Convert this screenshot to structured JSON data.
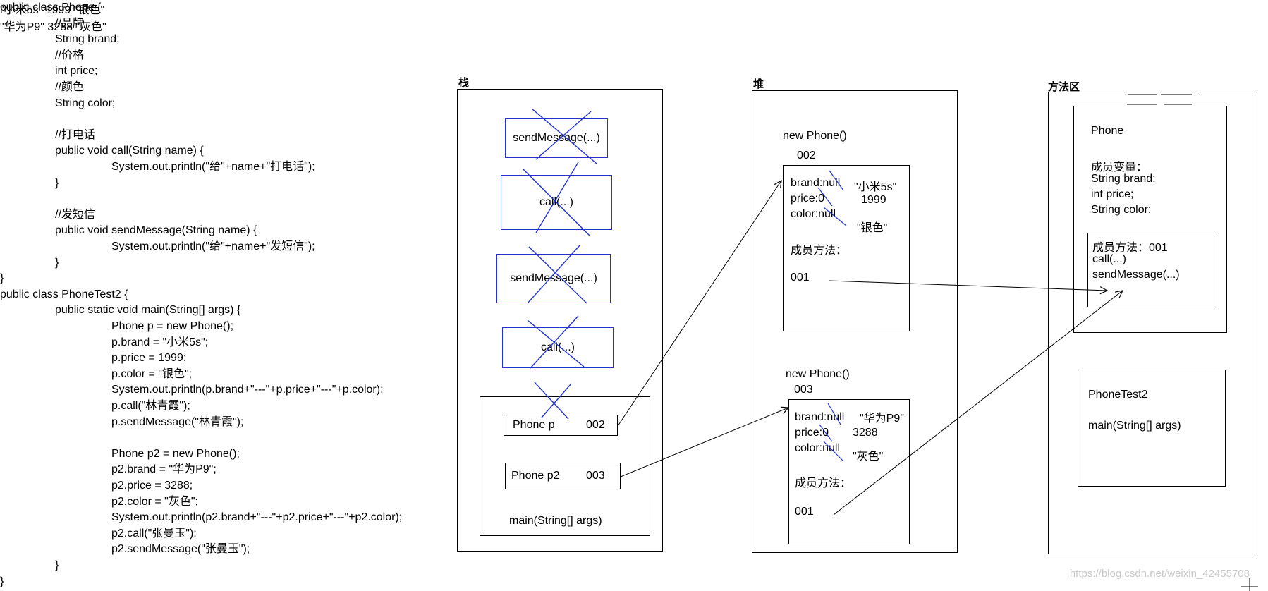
{
  "code_lines": [
    {
      "indent": 0,
      "text": "public class Phone {"
    },
    {
      "indent": 1,
      "text": "//品牌"
    },
    {
      "indent": 1,
      "text": "String brand;"
    },
    {
      "indent": 1,
      "text": "//价格"
    },
    {
      "indent": 1,
      "text": "int price;"
    },
    {
      "indent": 1,
      "text": "//颜色"
    },
    {
      "indent": 1,
      "text": "String color;"
    },
    {
      "indent": 0,
      "text": ""
    },
    {
      "indent": 1,
      "text": "//打电话"
    },
    {
      "indent": 1,
      "text": "public void call(String name) {"
    },
    {
      "indent": 2,
      "text": "System.out.println(\"给\"+name+\"打电话\");"
    },
    {
      "indent": 1,
      "text": "}"
    },
    {
      "indent": 0,
      "text": ""
    },
    {
      "indent": 1,
      "text": "//发短信"
    },
    {
      "indent": 1,
      "text": "public void sendMessage(String name) {"
    },
    {
      "indent": 2,
      "text": "System.out.println(\"给\"+name+\"发短信\");"
    },
    {
      "indent": 1,
      "text": "}"
    },
    {
      "indent": 0,
      "text": "}"
    },
    {
      "indent": 0,
      "text": "public class PhoneTest2 {"
    },
    {
      "indent": 1,
      "text": "public static void main(String[] args) {"
    },
    {
      "indent": 2,
      "text": "Phone p = new Phone();"
    },
    {
      "indent": 2,
      "text": "p.brand = \"小米5s\";"
    },
    {
      "indent": 2,
      "text": "p.price = 1999;"
    },
    {
      "indent": 2,
      "text": "p.color = \"银色\";"
    },
    {
      "indent": 2,
      "text": "System.out.println(p.brand+\"---\"+p.price+\"---\"+p.color);"
    },
    {
      "indent": 2,
      "text": "p.call(\"林青霞\");"
    },
    {
      "indent": 2,
      "text": "p.sendMessage(\"林青霞\");"
    },
    {
      "indent": 0,
      "text": ""
    },
    {
      "indent": 2,
      "text": "Phone p2 = new Phone();"
    },
    {
      "indent": 2,
      "text": "p2.brand = \"华为P9\";"
    },
    {
      "indent": 2,
      "text": "p2.price = 3288;"
    },
    {
      "indent": 2,
      "text": "p2.color = \"灰色\";"
    },
    {
      "indent": 2,
      "text": "System.out.println(p2.brand+\"---\"+p2.price+\"---\"+p2.color);"
    },
    {
      "indent": 2,
      "text": "p2.call(\"张曼玉\");"
    },
    {
      "indent": 2,
      "text": "p2.sendMessage(\"张曼玉\");"
    },
    {
      "indent": 1,
      "text": "}"
    },
    {
      "indent": 0,
      "text": "}"
    }
  ],
  "annotations": {
    "p_output": [
      "\"小米5s\"",
      "1999",
      "\"银色\""
    ],
    "p2_output": [
      "\"华为P9\"",
      "3288",
      "\"灰色\""
    ]
  },
  "stack": {
    "title": "栈",
    "frames": [
      "sendMessage(...)",
      "call(...)",
      "sendMessage(...)",
      "call(...)"
    ],
    "main": {
      "label": "main(String[] args)",
      "var_p": {
        "name": "Phone p",
        "value": "002"
      },
      "var_p2": {
        "name": "Phone p2",
        "value": "003"
      }
    }
  },
  "heap": {
    "title": "堆",
    "obj1": {
      "header": "new Phone()",
      "addr": "002",
      "brand": "brand:null",
      "brand_new": "\"小米5s\"",
      "price": "price:0",
      "price_new": "1999",
      "color": "color:null",
      "color_new": "\"银色\"",
      "methods_label": "成员方法：",
      "method_addr": "001"
    },
    "obj2": {
      "header": "new Phone()",
      "addr": "003",
      "brand": "brand:null",
      "brand_new": "\"华为P9\"",
      "price": "price:0",
      "price_new": "3288",
      "color": "color:null",
      "color_new": "\"灰色\"",
      "methods_label": "成员方法：",
      "method_addr": "001"
    }
  },
  "method_area": {
    "title": "方法区",
    "phone": {
      "name": "Phone",
      "fields_label": "成员变量：",
      "fields": [
        "String brand;",
        "int price;",
        "String color;"
      ],
      "methods_label": "成员方法：001",
      "methods": [
        "call(...)",
        "sendMessage(...)"
      ]
    },
    "phonetest2": {
      "name": "PhoneTest2",
      "method": "main(String[] args)"
    }
  },
  "watermark": "https://blog.csdn.net/weixin_42455708",
  "colors": {
    "frame_border": "#2233cc",
    "cross": "#2233cc",
    "line": "#000000"
  }
}
